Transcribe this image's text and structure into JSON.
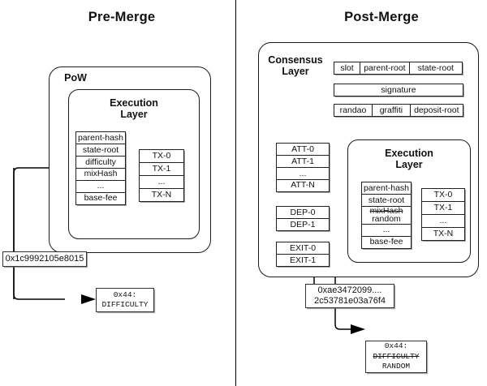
{
  "panels": {
    "left": {
      "title": "Pre-Merge",
      "outer_label": "PoW",
      "execution": {
        "label_line1": "Execution",
        "label_line2": "Layer",
        "header_fields": [
          "parent-hash",
          "state-root",
          "difficulty",
          "mixHash",
          "...",
          "base-fee"
        ],
        "tx_fields": [
          "TX-0",
          "TX-1",
          "...",
          "TX-N"
        ]
      },
      "hash_value": "0x1c9992105e8015",
      "opcode": {
        "code": "0x44:",
        "name": "DIFFICULTY",
        "name_struck": false,
        "replacement": ""
      }
    },
    "right": {
      "title": "Post-Merge",
      "outer_label_line1": "Consensus",
      "outer_label_line2": "Layer",
      "consensus_rows": [
        [
          "slot",
          "parent-root",
          "state-root"
        ],
        [
          "signature"
        ],
        [
          "randao",
          "graffiti",
          "deposit-root"
        ]
      ],
      "attestations": [
        "ATT-0",
        "ATT-1",
        "...",
        "ATT-N"
      ],
      "deposits": [
        "DEP-0",
        "DEP-1"
      ],
      "exits": [
        "EXIT-0",
        "EXIT-1"
      ],
      "execution": {
        "label_line1": "Execution",
        "label_line2": "Layer",
        "header_fields": [
          "parent-hash",
          "state-root",
          "...",
          "base-fee"
        ],
        "changed_field_old": "mixHash",
        "changed_field_new": "random",
        "tx_fields": [
          "TX-0",
          "TX-1",
          "...",
          "TX-N"
        ]
      },
      "hash_line1": "0xae3472099....",
      "hash_line2": "2c53781e03a76f4",
      "opcode": {
        "code": "0x44:",
        "name": "DIFFICULTY",
        "name_struck": true,
        "replacement": "RANDOM"
      }
    }
  },
  "colors": {
    "stroke": "#000000",
    "background": "#ffffff"
  }
}
